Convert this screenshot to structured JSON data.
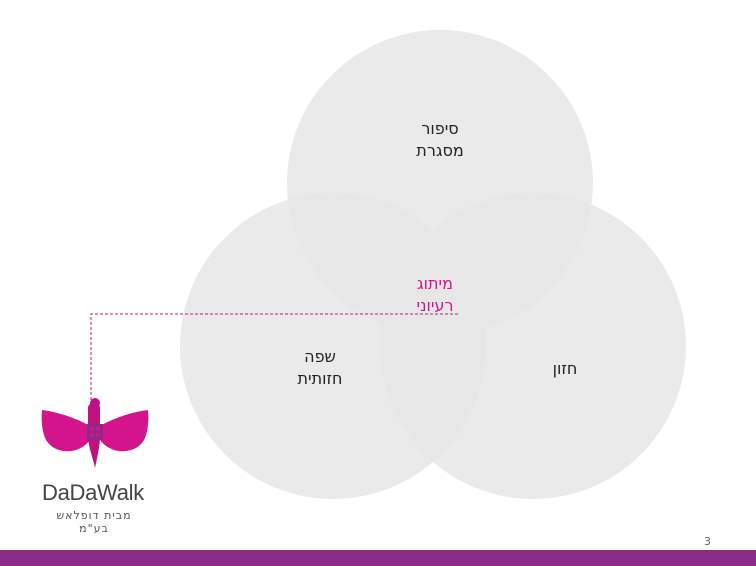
{
  "diagram": {
    "circles": [
      {
        "id": "top",
        "lines": [
          "סיפור",
          "מסגרת"
        ]
      },
      {
        "id": "left",
        "lines": [
          "שפה",
          "חזותית"
        ]
      },
      {
        "id": "right",
        "lines": [
          "חזון"
        ]
      }
    ],
    "center": {
      "lines": [
        "מיתוג",
        "רעיוני"
      ],
      "color": "#d4148c"
    },
    "circle_fill": "#e9e9e9"
  },
  "brand": {
    "name": "DaDaWalk",
    "tagline": "מבית דופלאש בע\"מ",
    "logo_icon": "bird-logo-icon",
    "color": "#d4148c"
  },
  "page_number": "3",
  "footer_color": "#8a2b88"
}
